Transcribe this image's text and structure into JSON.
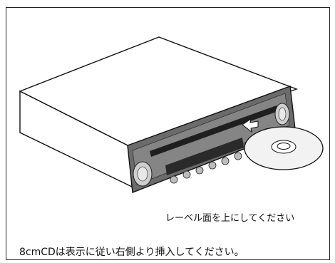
{
  "page": {
    "heading": "",
    "caption": "レーベル面を上にしてください",
    "instruction": "8cmCDは表示に従い右側より挿入してください。"
  },
  "illustration": {
    "device": "car-stereo-unit",
    "disc": "cd-disc",
    "arrow": "insert-arrow-left"
  }
}
